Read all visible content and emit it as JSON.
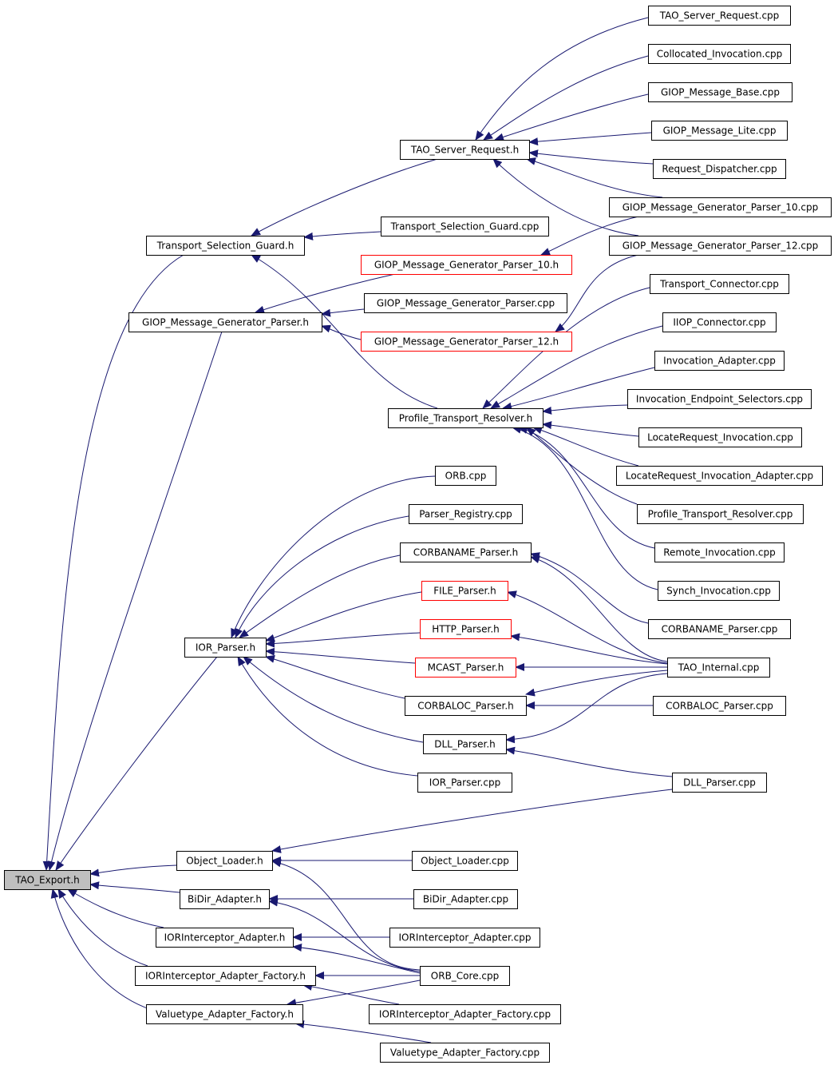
{
  "graph": {
    "title": "",
    "colors": {
      "edge": "#191970",
      "node_border": "#000000",
      "incomplete_border": "#ff0000",
      "root_fill": "#bfbfbf"
    },
    "nodes": [
      {
        "id": "tao_export_h",
        "label": "TAO_Export.h",
        "root": true
      },
      {
        "id": "object_loader_h",
        "label": "Object_Loader.h"
      },
      {
        "id": "bidir_adapter_h",
        "label": "BiDir_Adapter.h"
      },
      {
        "id": "iorinterceptor_adapter_h",
        "label": "IORInterceptor_Adapter.h"
      },
      {
        "id": "iorinterceptor_adapter_factory_h",
        "label": "IORInterceptor_Adapter_Factory.h"
      },
      {
        "id": "valuetype_adapter_factory_h",
        "label": "Valuetype_Adapter_Factory.h"
      },
      {
        "id": "ior_parser_h",
        "label": "IOR_Parser.h"
      },
      {
        "id": "giop_mgp_h",
        "label": "GIOP_Message_Generator_Parser.h"
      },
      {
        "id": "transport_selection_guard_h",
        "label": "Transport_Selection_Guard.h"
      },
      {
        "id": "tao_server_request_h",
        "label": "TAO_Server_Request.h"
      },
      {
        "id": "transport_selection_guard_cpp",
        "label": "Transport_Selection_Guard.cpp"
      },
      {
        "id": "giop_mgp10_h",
        "label": "GIOP_Message_Generator_Parser_10.h",
        "incomplete": true
      },
      {
        "id": "giop_mgp_cpp",
        "label": "GIOP_Message_Generator_Parser.cpp"
      },
      {
        "id": "giop_mgp12_h",
        "label": "GIOP_Message_Generator_Parser_12.h",
        "incomplete": true
      },
      {
        "id": "profile_transport_resolver_h",
        "label": "Profile_Transport_Resolver.h"
      },
      {
        "id": "orb_cpp",
        "label": "ORB.cpp"
      },
      {
        "id": "parser_registry_cpp",
        "label": "Parser_Registry.cpp"
      },
      {
        "id": "corbaname_parser_h",
        "label": "CORBANAME_Parser.h"
      },
      {
        "id": "file_parser_h",
        "label": "FILE_Parser.h",
        "incomplete": true
      },
      {
        "id": "http_parser_h",
        "label": "HTTP_Parser.h",
        "incomplete": true
      },
      {
        "id": "mcast_parser_h",
        "label": "MCAST_Parser.h",
        "incomplete": true
      },
      {
        "id": "corbaloc_parser_h",
        "label": "CORBALOC_Parser.h"
      },
      {
        "id": "dll_parser_h",
        "label": "DLL_Parser.h"
      },
      {
        "id": "ior_parser_cpp",
        "label": "IOR_Parser.cpp"
      },
      {
        "id": "object_loader_cpp",
        "label": "Object_Loader.cpp"
      },
      {
        "id": "bidir_adapter_cpp",
        "label": "BiDir_Adapter.cpp"
      },
      {
        "id": "iorinterceptor_adapter_cpp",
        "label": "IORInterceptor_Adapter.cpp"
      },
      {
        "id": "orb_core_cpp",
        "label": "ORB_Core.cpp"
      },
      {
        "id": "iorinterceptor_adapter_factory_cpp",
        "label": "IORInterceptor_Adapter_Factory.cpp"
      },
      {
        "id": "valuetype_adapter_factory_cpp",
        "label": "Valuetype_Adapter_Factory.cpp"
      },
      {
        "id": "tao_server_request_cpp",
        "label": "TAO_Server_Request.cpp"
      },
      {
        "id": "collocated_invocation_cpp",
        "label": "Collocated_Invocation.cpp"
      },
      {
        "id": "giop_message_base_cpp",
        "label": "GIOP_Message_Base.cpp"
      },
      {
        "id": "giop_message_lite_cpp",
        "label": "GIOP_Message_Lite.cpp"
      },
      {
        "id": "request_dispatcher_cpp",
        "label": "Request_Dispatcher.cpp"
      },
      {
        "id": "giop_mgp10_cpp",
        "label": "GIOP_Message_Generator_Parser_10.cpp"
      },
      {
        "id": "giop_mgp12_cpp",
        "label": "GIOP_Message_Generator_Parser_12.cpp"
      },
      {
        "id": "transport_connector_cpp",
        "label": "Transport_Connector.cpp"
      },
      {
        "id": "iiop_connector_cpp",
        "label": "IIOP_Connector.cpp"
      },
      {
        "id": "invocation_adapter_cpp",
        "label": "Invocation_Adapter.cpp"
      },
      {
        "id": "invocation_endpoint_selectors_cpp",
        "label": "Invocation_Endpoint_Selectors.cpp"
      },
      {
        "id": "locaterequest_invocation_cpp",
        "label": "LocateRequest_Invocation.cpp"
      },
      {
        "id": "locaterequest_invocation_adapter_cpp",
        "label": "LocateRequest_Invocation_Adapter.cpp"
      },
      {
        "id": "profile_transport_resolver_cpp",
        "label": "Profile_Transport_Resolver.cpp"
      },
      {
        "id": "remote_invocation_cpp",
        "label": "Remote_Invocation.cpp"
      },
      {
        "id": "synch_invocation_cpp",
        "label": "Synch_Invocation.cpp"
      },
      {
        "id": "corbaname_parser_cpp",
        "label": "CORBANAME_Parser.cpp"
      },
      {
        "id": "tao_internal_cpp",
        "label": "TAO_Internal.cpp"
      },
      {
        "id": "corbaloc_parser_cpp",
        "label": "CORBALOC_Parser.cpp"
      },
      {
        "id": "dll_parser_cpp",
        "label": "DLL_Parser.cpp"
      }
    ],
    "edges": [
      [
        "object_loader_h",
        "tao_export_h"
      ],
      [
        "bidir_adapter_h",
        "tao_export_h"
      ],
      [
        "iorinterceptor_adapter_h",
        "tao_export_h"
      ],
      [
        "iorinterceptor_adapter_factory_h",
        "tao_export_h"
      ],
      [
        "valuetype_adapter_factory_h",
        "tao_export_h"
      ],
      [
        "ior_parser_h",
        "tao_export_h"
      ],
      [
        "giop_mgp_h",
        "tao_export_h"
      ],
      [
        "transport_selection_guard_h",
        "tao_export_h"
      ],
      [
        "tao_server_request_h",
        "transport_selection_guard_h"
      ],
      [
        "transport_selection_guard_cpp",
        "transport_selection_guard_h"
      ],
      [
        "profile_transport_resolver_h",
        "transport_selection_guard_h"
      ],
      [
        "giop_mgp10_h",
        "giop_mgp_h"
      ],
      [
        "giop_mgp_cpp",
        "giop_mgp_h"
      ],
      [
        "giop_mgp12_h",
        "giop_mgp_h"
      ],
      [
        "tao_server_request_cpp",
        "tao_server_request_h"
      ],
      [
        "collocated_invocation_cpp",
        "tao_server_request_h"
      ],
      [
        "giop_message_base_cpp",
        "tao_server_request_h"
      ],
      [
        "giop_message_lite_cpp",
        "tao_server_request_h"
      ],
      [
        "request_dispatcher_cpp",
        "tao_server_request_h"
      ],
      [
        "giop_mgp10_cpp",
        "tao_server_request_h"
      ],
      [
        "giop_mgp12_cpp",
        "tao_server_request_h"
      ],
      [
        "giop_mgp10_cpp",
        "giop_mgp10_h"
      ],
      [
        "giop_mgp12_cpp",
        "giop_mgp12_h"
      ],
      [
        "transport_connector_cpp",
        "profile_transport_resolver_h"
      ],
      [
        "iiop_connector_cpp",
        "profile_transport_resolver_h"
      ],
      [
        "invocation_adapter_cpp",
        "profile_transport_resolver_h"
      ],
      [
        "invocation_endpoint_selectors_cpp",
        "profile_transport_resolver_h"
      ],
      [
        "locaterequest_invocation_cpp",
        "profile_transport_resolver_h"
      ],
      [
        "locaterequest_invocation_adapter_cpp",
        "profile_transport_resolver_h"
      ],
      [
        "profile_transport_resolver_cpp",
        "profile_transport_resolver_h"
      ],
      [
        "remote_invocation_cpp",
        "profile_transport_resolver_h"
      ],
      [
        "synch_invocation_cpp",
        "profile_transport_resolver_h"
      ],
      [
        "orb_cpp",
        "ior_parser_h"
      ],
      [
        "parser_registry_cpp",
        "ior_parser_h"
      ],
      [
        "corbaname_parser_h",
        "ior_parser_h"
      ],
      [
        "file_parser_h",
        "ior_parser_h"
      ],
      [
        "http_parser_h",
        "ior_parser_h"
      ],
      [
        "mcast_parser_h",
        "ior_parser_h"
      ],
      [
        "corbaloc_parser_h",
        "ior_parser_h"
      ],
      [
        "dll_parser_h",
        "ior_parser_h"
      ],
      [
        "ior_parser_cpp",
        "ior_parser_h"
      ],
      [
        "corbaname_parser_cpp",
        "corbaname_parser_h"
      ],
      [
        "tao_internal_cpp",
        "corbaname_parser_h"
      ],
      [
        "tao_internal_cpp",
        "file_parser_h"
      ],
      [
        "tao_internal_cpp",
        "http_parser_h"
      ],
      [
        "tao_internal_cpp",
        "mcast_parser_h"
      ],
      [
        "tao_internal_cpp",
        "corbaloc_parser_h"
      ],
      [
        "tao_internal_cpp",
        "dll_parser_h"
      ],
      [
        "corbaloc_parser_cpp",
        "corbaloc_parser_h"
      ],
      [
        "dll_parser_cpp",
        "dll_parser_h"
      ],
      [
        "dll_parser_cpp",
        "object_loader_h"
      ],
      [
        "object_loader_cpp",
        "object_loader_h"
      ],
      [
        "orb_core_cpp",
        "object_loader_h"
      ],
      [
        "bidir_adapter_cpp",
        "bidir_adapter_h"
      ],
      [
        "orb_core_cpp",
        "bidir_adapter_h"
      ],
      [
        "iorinterceptor_adapter_cpp",
        "iorinterceptor_adapter_h"
      ],
      [
        "orb_core_cpp",
        "iorinterceptor_adapter_h"
      ],
      [
        "orb_core_cpp",
        "iorinterceptor_adapter_factory_h"
      ],
      [
        "iorinterceptor_adapter_factory_cpp",
        "iorinterceptor_adapter_factory_h"
      ],
      [
        "orb_core_cpp",
        "valuetype_adapter_factory_h"
      ],
      [
        "valuetype_adapter_factory_cpp",
        "valuetype_adapter_factory_h"
      ]
    ]
  }
}
